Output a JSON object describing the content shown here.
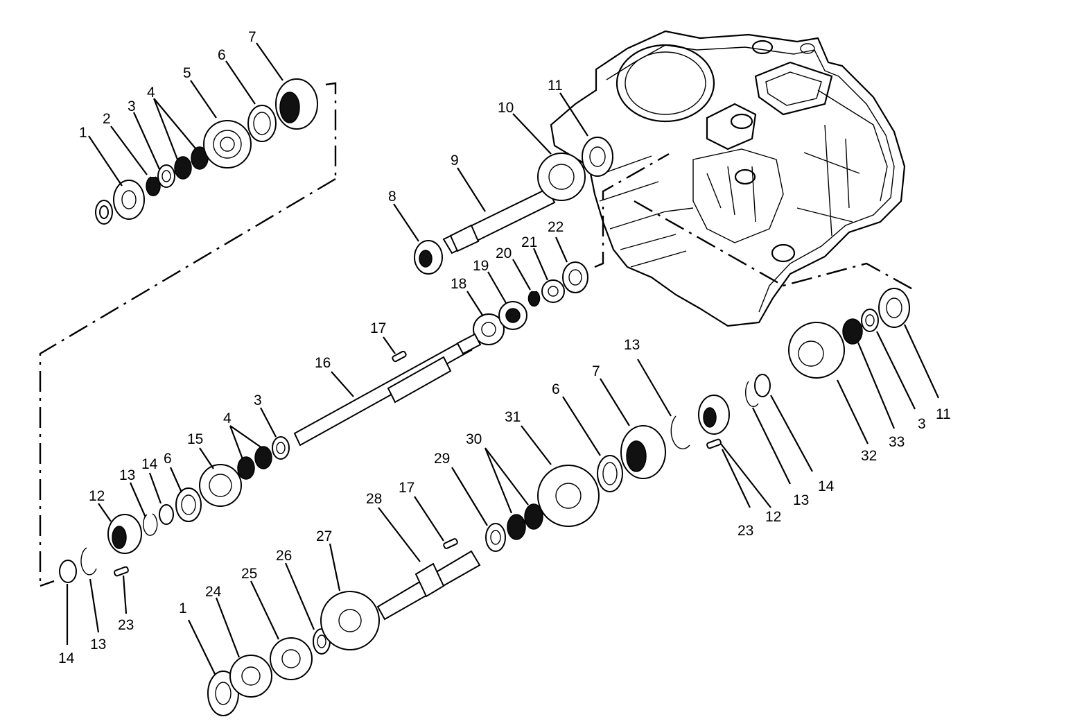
{
  "callouts": {
    "c1a": "1",
    "c2a": "2",
    "c3a": "3",
    "c4a": "4",
    "c5": "5",
    "c6a": "6",
    "c7a": "7",
    "c8": "8",
    "c9": "9",
    "c10": "10",
    "c11a": "11",
    "c22": "22",
    "c21": "21",
    "c20": "20",
    "c19": "19",
    "c18": "18",
    "c17a": "17",
    "c16": "16",
    "c3b": "3",
    "c4b": "4",
    "c15": "15",
    "c6b": "6",
    "c14a": "14",
    "c13a": "13",
    "c12a": "12",
    "c14b": "14",
    "c13b": "13",
    "c23a": "23",
    "c1b": "1",
    "c24": "24",
    "c25": "25",
    "c26": "26",
    "c27": "27",
    "c28": "28",
    "c17b": "17",
    "c29": "29",
    "c30": "30",
    "c31": "31",
    "c6c": "6",
    "c7b": "7",
    "c13c": "13",
    "c23b": "23",
    "c12b": "12",
    "c13d": "13",
    "c14c": "14",
    "c32": "32",
    "c33": "33",
    "c3c": "3",
    "c11b": "11"
  }
}
